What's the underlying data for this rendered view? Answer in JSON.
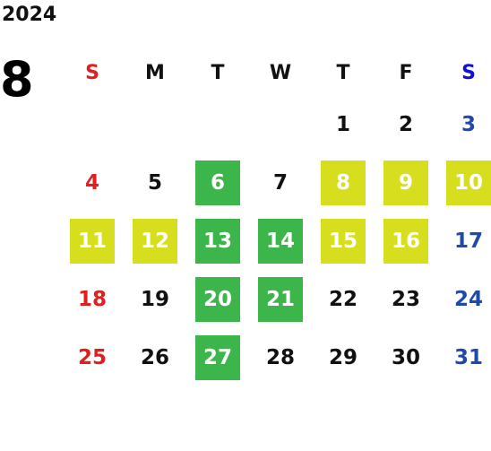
{
  "calendar": {
    "year": "2024",
    "month": "8",
    "weekdays": [
      "S",
      "M",
      "T",
      "W",
      "T",
      "F",
      "S"
    ],
    "weeks": [
      [
        "",
        "",
        "",
        "",
        "1",
        "2",
        "3"
      ],
      [
        "4",
        "5",
        "6",
        "7",
        "8",
        "9",
        "10"
      ],
      [
        "11",
        "12",
        "13",
        "14",
        "15",
        "16",
        "17"
      ],
      [
        "18",
        "19",
        "20",
        "21",
        "22",
        "23",
        "24"
      ],
      [
        "25",
        "26",
        "27",
        "28",
        "29",
        "30",
        "31"
      ]
    ]
  },
  "highlights": {
    "green": [
      "6",
      "13",
      "14",
      "20",
      "21",
      "27"
    ],
    "yellow": [
      "8",
      "9",
      "10",
      "11",
      "12",
      "15",
      "16"
    ]
  },
  "colors": {
    "sunday": "#e02020",
    "saturday_header": "#1010d8",
    "saturday": "#1f4aa8",
    "green_highlight": "#3cb54a",
    "yellow_highlight": "#d6de1e"
  }
}
